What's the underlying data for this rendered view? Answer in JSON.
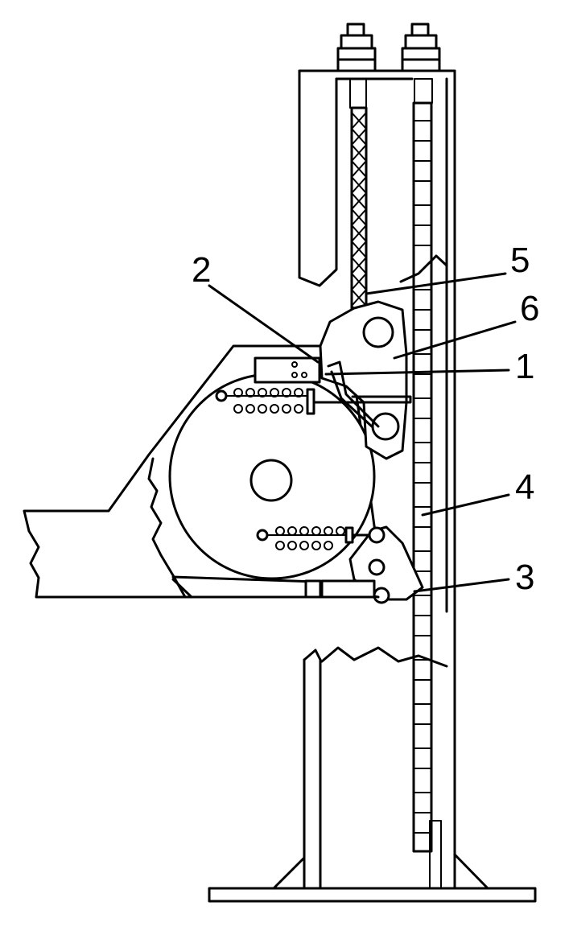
{
  "figure": {
    "labels": [
      {
        "id": "label-1",
        "text": "1"
      },
      {
        "id": "label-2",
        "text": "2"
      },
      {
        "id": "label-3",
        "text": "3"
      },
      {
        "id": "label-4",
        "text": "4"
      },
      {
        "id": "label-5",
        "text": "5"
      },
      {
        "id": "label-6",
        "text": "6"
      }
    ]
  }
}
